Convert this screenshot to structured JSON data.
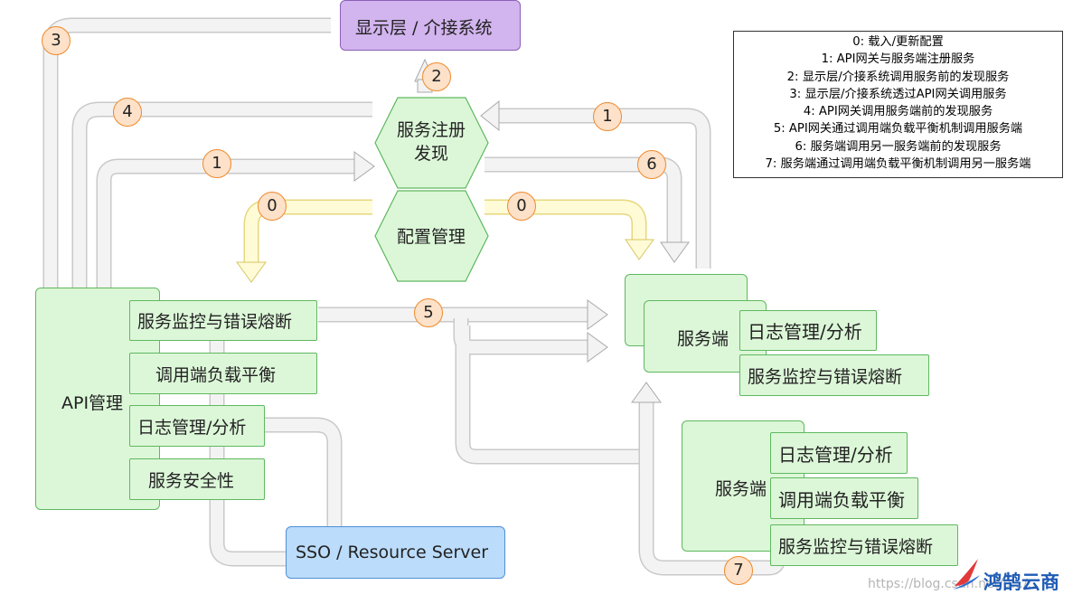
{
  "nodes": {
    "display": "显示层 / 介接系统",
    "registry_line1": "服务注册",
    "registry_line2": "发现",
    "config": "配置管理",
    "api": "API管理",
    "service_a": "服务端",
    "service_b": "服务端",
    "sso": "SSO / Resource Server"
  },
  "api_modules": [
    "服务监控与错误熔断",
    "调用端负载平衡",
    "日志管理/分析",
    "服务安全性"
  ],
  "service_a_modules": [
    "日志管理/分析",
    "服务监控与错误熔断"
  ],
  "service_b_modules": [
    "日志管理/分析",
    "调用端负载平衡",
    "服务监控与错误熔断"
  ],
  "step_markers": [
    "3",
    "2",
    "4",
    "1",
    "1",
    "6",
    "0",
    "0",
    "5",
    "7"
  ],
  "legend": [
    "0: 载入/更新配置",
    "1: API网关与服务端注册服务",
    "2: 显示层/介接系统调用服务前的发现服务",
    "3: 显示层/介接系统透过API网关调用服务",
    "4: API网关调用服务端前的发现服务",
    "5: API网关通过调用端负载平衡机制调用服务端",
    "6: 服务端调用另一服务端前的发现服务",
    "7: 服务端通过调用端负载平衡机制调用另一服务端"
  ],
  "watermark": "https://blog.csdn.net/u.../...",
  "brand": "鸿鹄云商",
  "colors": {
    "green_fill": "#dcf7d8",
    "green_border": "#5fb85f",
    "purple_fill": "#d2b4ee",
    "blue_fill": "#bbdcfa",
    "arrow_gray": "#f1f1f1",
    "arrow_yellow": "#fffbd6",
    "marker_fill": "#fde1c9",
    "marker_border": "#ee8a2c"
  }
}
